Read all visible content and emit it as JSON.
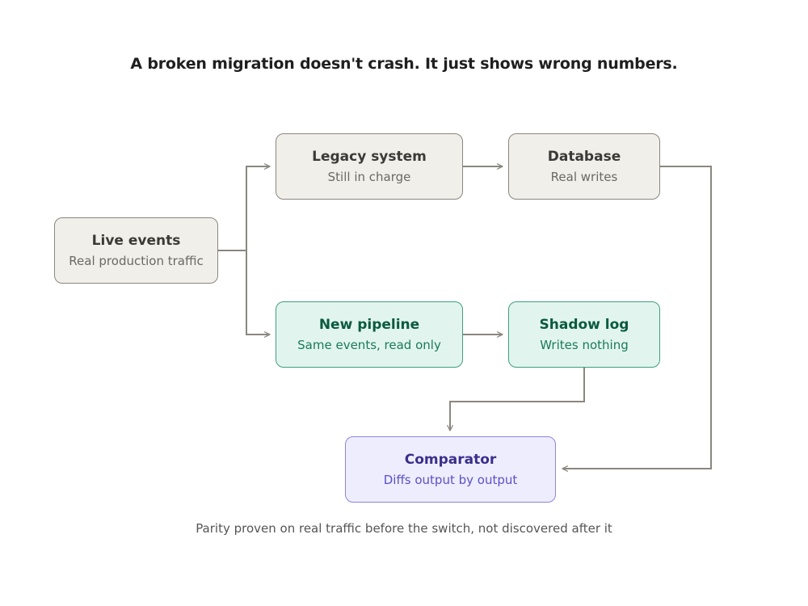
{
  "title": "A broken migration doesn't crash. It just shows wrong numbers.",
  "caption": "Parity proven on real traffic before the switch, not discovered after it",
  "colors": {
    "neutral_fill": "#f1efe9",
    "neutral_border": "#8a877f",
    "green_fill": "#e1f5ee",
    "green_border": "#3f9e80",
    "purple_fill": "#eeedfe",
    "purple_border": "#8d85dc",
    "connector": "#8a877f"
  },
  "nodes": {
    "live_events": {
      "title": "Live events",
      "subtitle": "Real production traffic"
    },
    "legacy_system": {
      "title": "Legacy system",
      "subtitle": "Still in charge"
    },
    "database": {
      "title": "Database",
      "subtitle": "Real writes"
    },
    "new_pipeline": {
      "title": "New pipeline",
      "subtitle": "Same events, read only"
    },
    "shadow_log": {
      "title": "Shadow log",
      "subtitle": "Writes nothing"
    },
    "comparator": {
      "title": "Comparator",
      "subtitle": "Diffs output by output"
    }
  },
  "edges": [
    {
      "from": "live_events",
      "to": "legacy_system"
    },
    {
      "from": "live_events",
      "to": "new_pipeline"
    },
    {
      "from": "legacy_system",
      "to": "database"
    },
    {
      "from": "new_pipeline",
      "to": "shadow_log"
    },
    {
      "from": "shadow_log",
      "to": "comparator"
    },
    {
      "from": "database",
      "to": "comparator"
    }
  ]
}
